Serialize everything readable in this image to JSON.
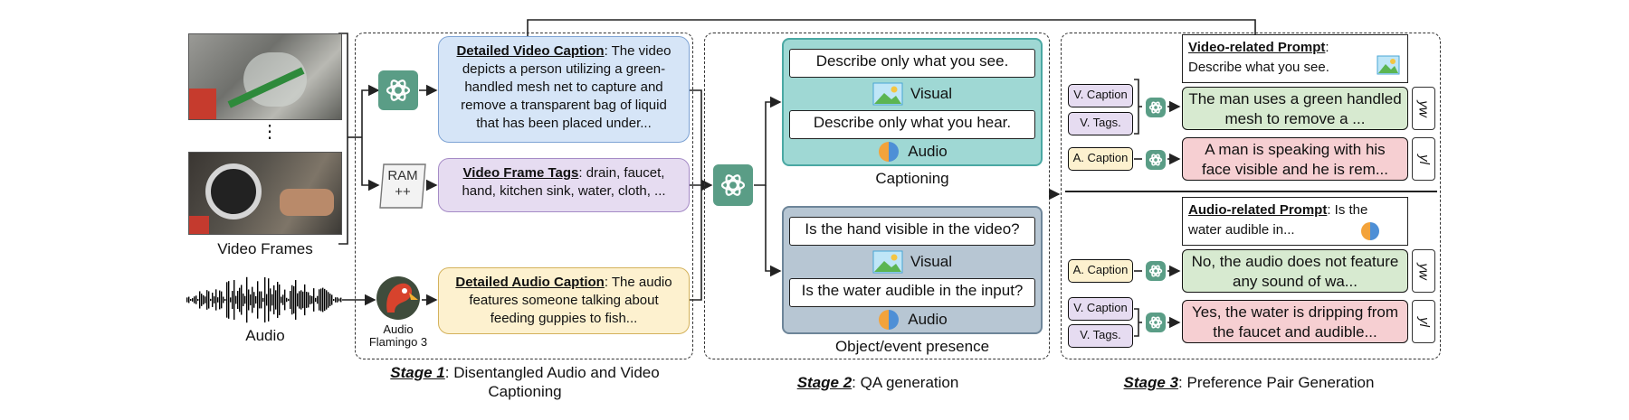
{
  "video_frames": {
    "label": "Video Frames",
    "dots": "⋮"
  },
  "audio": {
    "label": "Audio"
  },
  "stage1": {
    "caption_bold": "Stage 1",
    "caption_rest": ": Disentangled Audio and Video Captioning",
    "video_caption": {
      "title": "Detailed Video Caption",
      "text": ": The video depicts a person utilizing a green-handled mesh net to capture and remove a transparent bag of liquid that has been placed under..."
    },
    "frame_tags": {
      "title": "Video Frame Tags",
      "text": ": drain, faucet, hand, kitchen sink, water, cloth, ..."
    },
    "audio_caption": {
      "title": "Detailed Audio Caption",
      "text": ": The audio features someone talking about feeding guppies to fish..."
    },
    "ram": {
      "line1": "RAM",
      "line2": "++"
    },
    "flamingo": {
      "label": "Audio\nFlamingo 3"
    }
  },
  "stage2": {
    "caption_bold": "Stage 2",
    "caption_rest": ": QA generation",
    "captioning": {
      "q_visual": "Describe only what you see.",
      "visual_label": "Visual",
      "q_audio": "Describe only what you hear.",
      "audio_label": "Audio",
      "title": "Captioning"
    },
    "presence": {
      "q_visual": "Is the hand visible in the video?",
      "visual_label": "Visual",
      "q_audio": "Is the water audible in the input?",
      "audio_label": "Audio",
      "title": "Object/event presence"
    }
  },
  "stage3": {
    "caption_bold": "Stage 3",
    "caption_rest": ": Preference Pair Generation",
    "video_prompt": {
      "title": "Video-related Prompt",
      "text": "Describe what you see."
    },
    "audio_prompt": {
      "title": "Audio-related Prompt",
      "text": ": Is the water audible in..."
    },
    "tags": {
      "v_caption": "V. Caption",
      "v_tags": "V. Tags.",
      "a_caption": "A. Caption"
    },
    "pairs": [
      {
        "text": "The man uses a green handled mesh to remove a ...",
        "label": "yw"
      },
      {
        "text": "A man is speaking with his face visible and he is rem...",
        "label": "yl"
      },
      {
        "text": "No, the audio does not feature any sound of wa...",
        "label": "yw"
      },
      {
        "text": "Yes, the water is dripping from the faucet and audible...",
        "label": "yl"
      }
    ]
  },
  "colors": {
    "gpt": "#5a9d86",
    "blue": "#d6e5f7",
    "purple": "#e6dcf1",
    "yellow": "#fdf1cf",
    "green": "#d7ead0",
    "red": "#f6cfd2",
    "teal": "#9fd8d4",
    "slate": "#b7c6d3"
  }
}
